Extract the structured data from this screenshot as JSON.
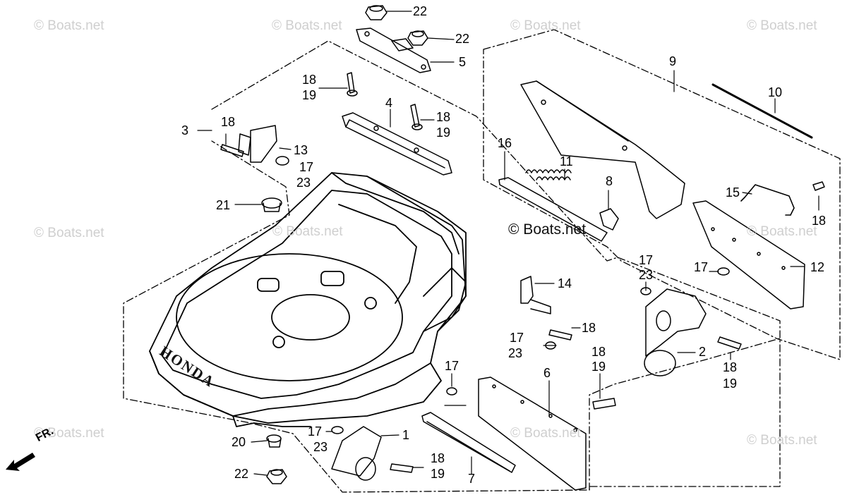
{
  "watermarks": [
    "© Boats.net",
    "© Boats.net",
    "© Boats.net",
    "© Boats.net",
    "© Boats.net",
    "© Boats.net",
    "© Boats.net",
    "© Boats.net",
    "© Boats.net",
    "© Boats.net"
  ],
  "center_watermark": "© Boats.net",
  "deck_lettering": "HONDA",
  "front_indicator": "FR.",
  "callouts": [
    {
      "id": "c22a",
      "text": "22"
    },
    {
      "id": "c22b",
      "text": "22"
    },
    {
      "id": "c5",
      "text": "5"
    },
    {
      "id": "c9",
      "text": "9"
    },
    {
      "id": "c10",
      "text": "10"
    },
    {
      "id": "c18a",
      "text": "18"
    },
    {
      "id": "c19a",
      "text": "19"
    },
    {
      "id": "c4",
      "text": "4"
    },
    {
      "id": "c18b",
      "text": "18"
    },
    {
      "id": "c19b",
      "text": "19"
    },
    {
      "id": "c3",
      "text": "3"
    },
    {
      "id": "c18c",
      "text": "18"
    },
    {
      "id": "c13",
      "text": "13"
    },
    {
      "id": "c17a",
      "text": "17"
    },
    {
      "id": "c23a",
      "text": "23"
    },
    {
      "id": "c16",
      "text": "16"
    },
    {
      "id": "c11",
      "text": "11"
    },
    {
      "id": "c8",
      "text": "8"
    },
    {
      "id": "c15",
      "text": "15"
    },
    {
      "id": "c18d",
      "text": "18"
    },
    {
      "id": "c21",
      "text": "21"
    },
    {
      "id": "c17b",
      "text": "17"
    },
    {
      "id": "c23b",
      "text": "23"
    },
    {
      "id": "c17c",
      "text": "17"
    },
    {
      "id": "c12",
      "text": "12"
    },
    {
      "id": "c14",
      "text": "14"
    },
    {
      "id": "c18e",
      "text": "18"
    },
    {
      "id": "c17d",
      "text": "17"
    },
    {
      "id": "c23c",
      "text": "23"
    },
    {
      "id": "c2",
      "text": "2"
    },
    {
      "id": "c18f",
      "text": "18"
    },
    {
      "id": "c19c",
      "text": "19"
    },
    {
      "id": "c18g",
      "text": "18"
    },
    {
      "id": "c19d",
      "text": "19"
    },
    {
      "id": "c17e",
      "text": "17"
    },
    {
      "id": "c6",
      "text": "6"
    },
    {
      "id": "c1",
      "text": "1"
    },
    {
      "id": "c17f",
      "text": "17"
    },
    {
      "id": "c23d",
      "text": "23"
    },
    {
      "id": "c20",
      "text": "20"
    },
    {
      "id": "c18h",
      "text": "18"
    },
    {
      "id": "c19e",
      "text": "19"
    },
    {
      "id": "c7",
      "text": "7"
    },
    {
      "id": "c22c",
      "text": "22"
    }
  ]
}
